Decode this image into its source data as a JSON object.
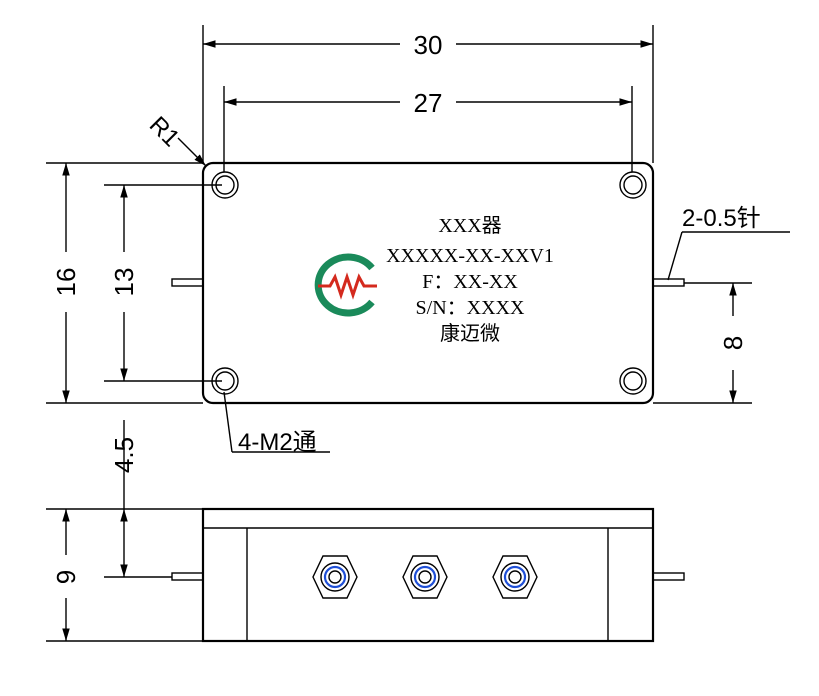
{
  "dimensions": {
    "width_total": "30",
    "hole_spacing_x": "27",
    "corner_radius": "R1",
    "height_total": "16",
    "hole_spacing_y": "13",
    "pin_height": "8",
    "side_offset": "4.5",
    "side_height": "9"
  },
  "callouts": {
    "pin": "2-0.5针",
    "holes": "4-M2通"
  },
  "plate": {
    "line1": "XXX器",
    "line2": "XXXXX-XX-XXV1",
    "line3": "F：XX-XX",
    "line4": "S/N：XXXX",
    "line5": "康迈微"
  },
  "logo": {
    "ring_color": "#1a8a5a",
    "wave_color": "#d42a1e",
    "name": "mw-logo-icon"
  },
  "connectors": {
    "count": 3,
    "inner_color": "#1f4fd6"
  }
}
